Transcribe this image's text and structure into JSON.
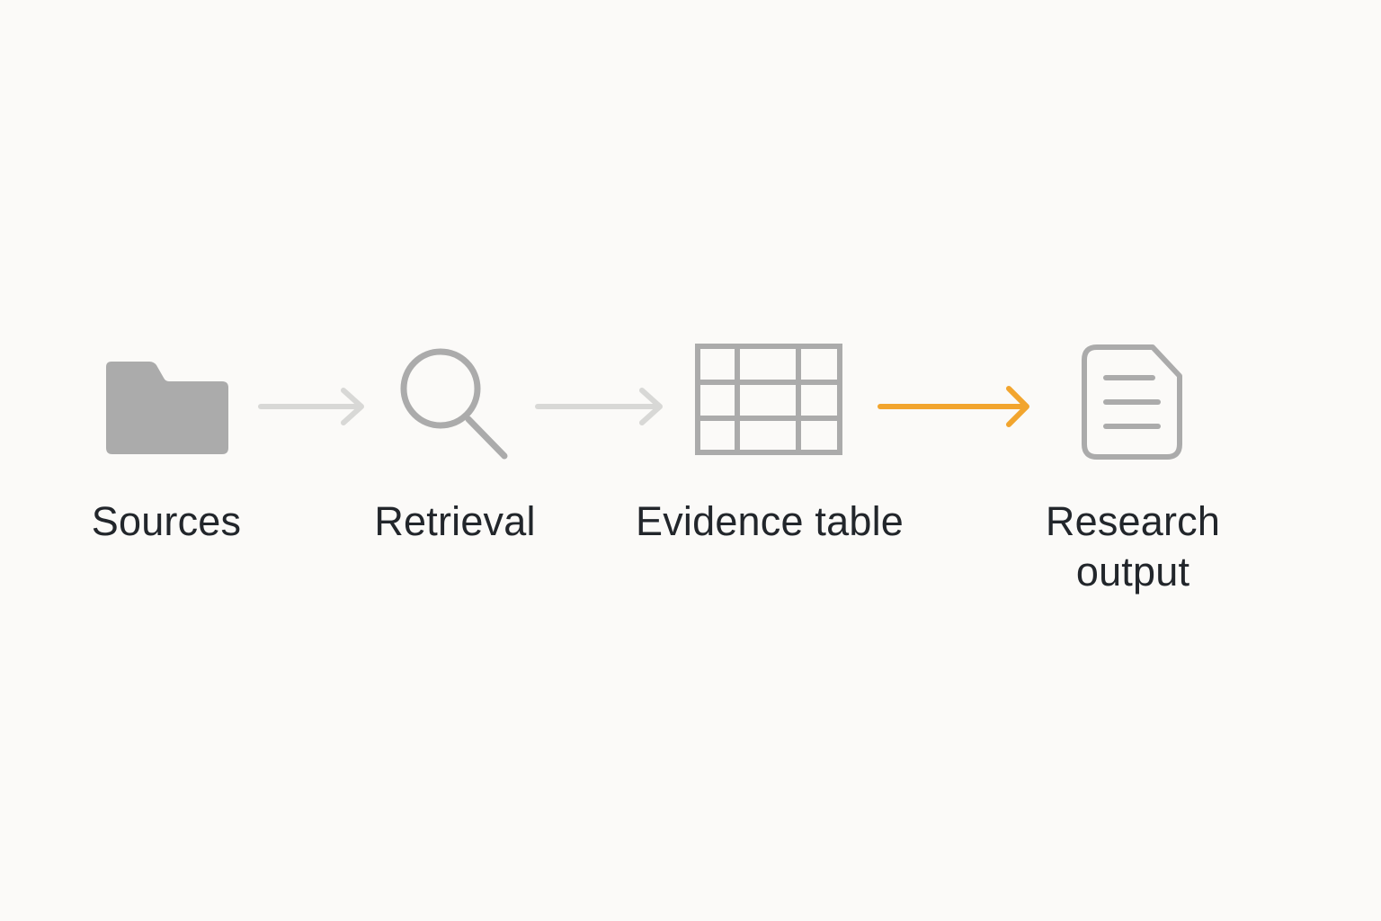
{
  "diagram": {
    "steps": [
      {
        "label": "Sources",
        "icon": "folder-icon"
      },
      {
        "label": "Retrieval",
        "icon": "search-icon"
      },
      {
        "label": "Evidence table",
        "icon": "table-grid-icon"
      },
      {
        "label_line1": "Research",
        "label_line2": "output",
        "icon": "document-icon"
      }
    ],
    "connectors": [
      {
        "from": "Sources",
        "to": "Retrieval",
        "color": "#d8d8d6"
      },
      {
        "from": "Retrieval",
        "to": "Evidence table",
        "color": "#d8d8d6"
      },
      {
        "from": "Evidence table",
        "to": "Research output",
        "color": "#f2a52e"
      }
    ],
    "colors": {
      "background": "#fbfaf8",
      "icon": "#ababab",
      "text": "#22262b",
      "accent": "#f2a52e",
      "muted_arrow": "#d8d8d6"
    }
  }
}
